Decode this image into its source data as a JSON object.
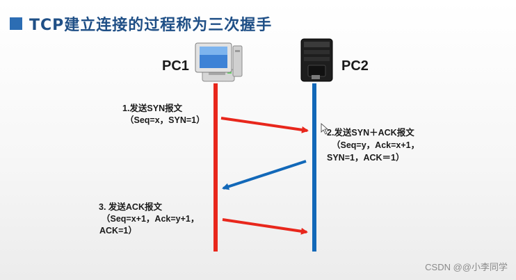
{
  "title": "TCP建立连接的过程称为三次握手",
  "colors": {
    "title": "#1f4f86",
    "accent_square": "#2c6db3",
    "pc1_line": "#e8271c",
    "pc2_line": "#1268b8"
  },
  "pc1": {
    "label": "PC1",
    "icon": "desktop-computer-icon"
  },
  "pc2": {
    "label": "PC2",
    "icon": "server-tower-icon"
  },
  "step1": {
    "title": "1.发送SYN报文",
    "detail": "（Seq=x，SYN=1）"
  },
  "step2": {
    "title": "2.发送SYN＋ACK报文",
    "detail1": "（Seq=y，Ack=x+1，",
    "detail2": "SYN=1，ACK＝1）"
  },
  "step3": {
    "title": "3. 发送ACK报文",
    "detail1": "（Seq=x+1，Ack=y+1，",
    "detail2": "ACK=1）"
  },
  "watermark": "CSDN @@小李同学"
}
